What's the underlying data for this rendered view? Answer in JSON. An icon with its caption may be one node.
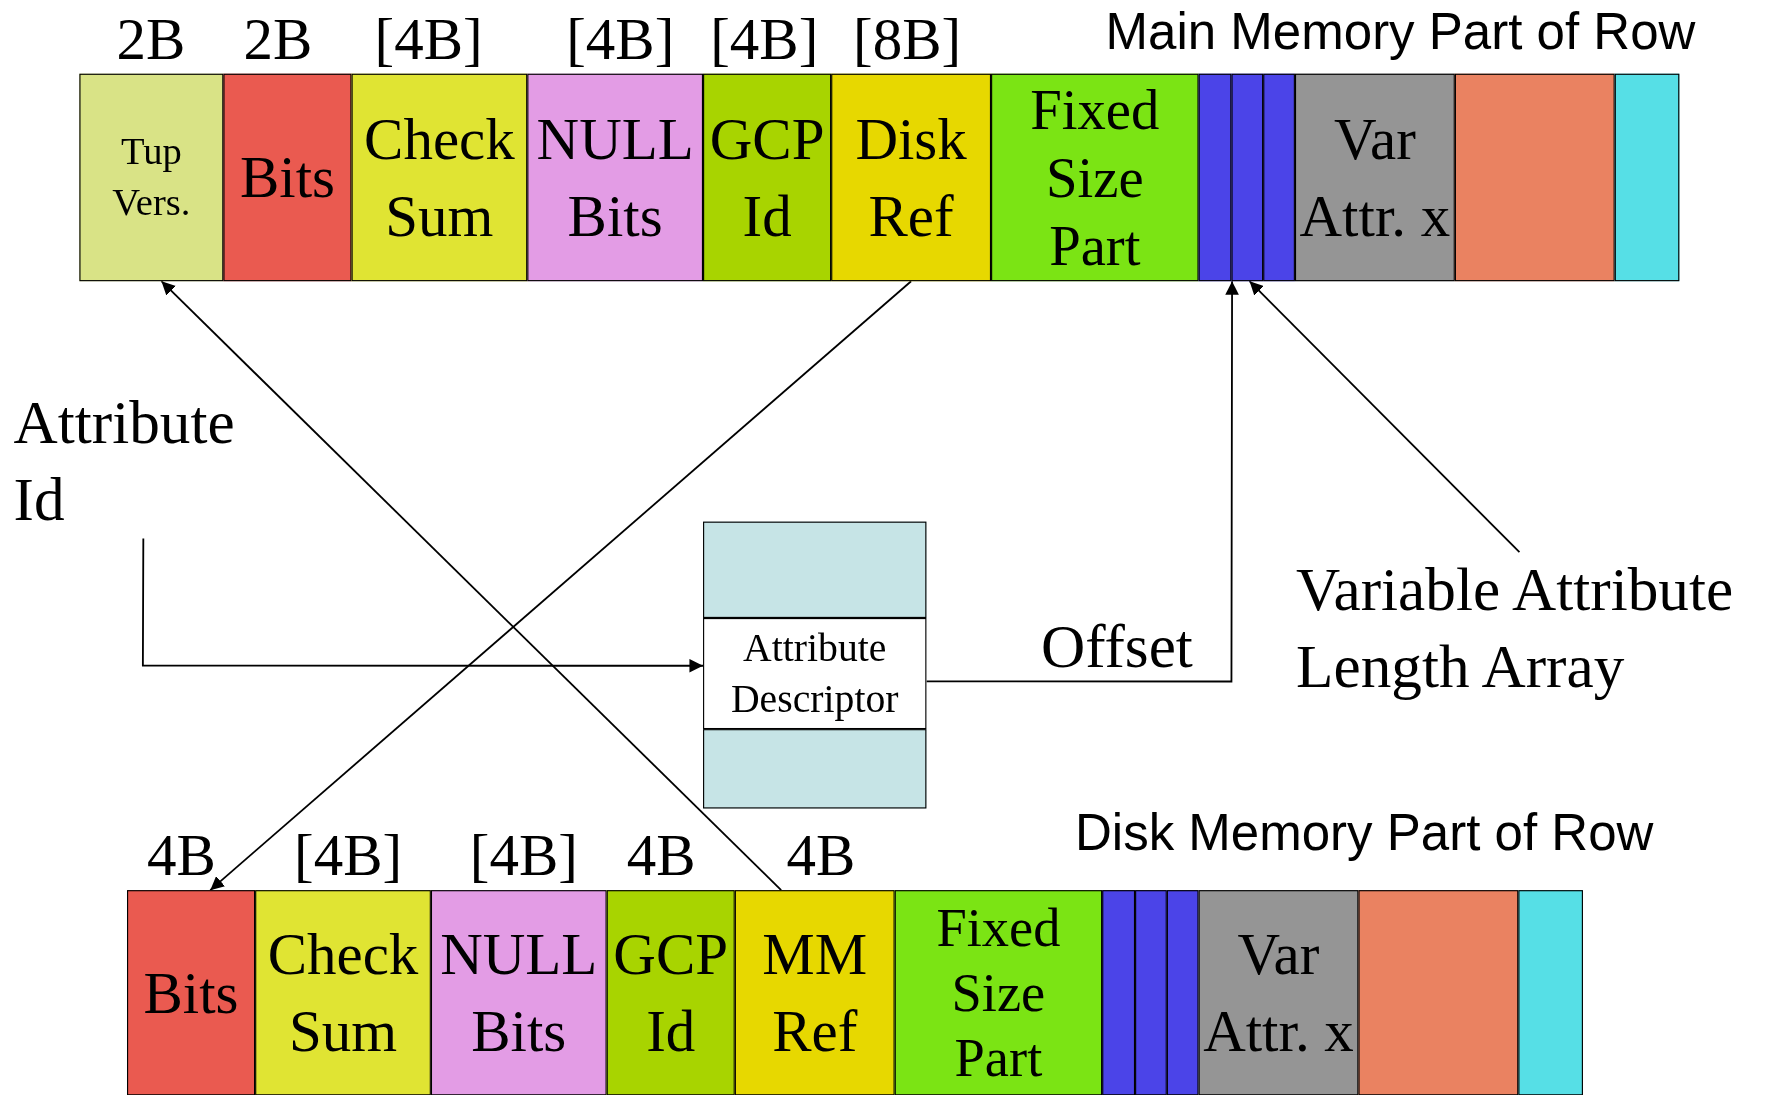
{
  "diagram": {
    "nodes": [
      {
        "text": [
          "Tup Vers."
        ],
        "beside": [
          "2B"
        ]
      },
      {
        "text": [
          "Bits"
        ],
        "beside": [
          "2B"
        ]
      },
      {
        "text": [
          "Check Sum"
        ],
        "beside": [
          "[4B]"
        ]
      },
      {
        "text": [
          "NULL Bits"
        ],
        "beside": [
          "[4B]"
        ]
      },
      {
        "text": [
          "GCP Id"
        ],
        "beside": [
          "[4B]"
        ]
      },
      {
        "text": [
          "Disk Ref"
        ],
        "beside": [
          "[8B]"
        ]
      },
      {
        "text": [
          "Fixed Size Part"
        ]
      },
      {
        "text": [],
        "shape": "box"
      },
      {
        "text": [],
        "shape": "box"
      },
      {
        "text": [],
        "shape": "box"
      },
      {
        "text": [
          "Var Attr. x"
        ]
      },
      {
        "text": [],
        "shape": "box"
      },
      {
        "text": [],
        "shape": "box"
      },
      {
        "text": [
          "Attribute Id"
        ]
      },
      {
        "text": [],
        "shape": "box"
      },
      {
        "text": [
          "Attribute Descriptor"
        ]
      },
      {
        "text": [],
        "shape": "box"
      },
      {
        "text": [
          "Variable Attribute Length Array"
        ]
      },
      {
        "text": [
          "Bits"
        ],
        "beside": [
          "4B"
        ]
      },
      {
        "text": [
          "Check Sum"
        ],
        "beside": [
          "[4B]"
        ]
      },
      {
        "text": [
          "NULL Bits"
        ],
        "beside": [
          "[4B]"
        ]
      },
      {
        "text": [
          "GCP Id"
        ],
        "beside": [
          "4B"
        ]
      },
      {
        "text": [
          "MM Ref"
        ],
        "beside": [
          "4B"
        ]
      },
      {
        "text": [
          "Fixed Size Part"
        ]
      },
      {
        "text": [],
        "shape": "box"
      },
      {
        "text": [],
        "shape": "box"
      },
      {
        "text": [],
        "shape": "box"
      },
      {
        "text": [
          "Var Attr. x"
        ]
      },
      {
        "text": [],
        "shape": "box"
      },
      {
        "text": [],
        "shape": "box"
      }
    ],
    "edges": [
      {
        "from": 13,
        "to": 15,
        "arrow": "to"
      },
      {
        "from": 15,
        "to": 8,
        "arrow": "to",
        "label": "Offset"
      },
      {
        "from": 17,
        "to": 8,
        "arrow": "to"
      },
      {
        "from": 5,
        "to": 18,
        "arrow": "to"
      },
      {
        "from": 22,
        "to": 0,
        "arrow": "to"
      }
    ],
    "labels": [
      "Main Memory Part of Row",
      "Disk Memory Part of Row"
    ]
  }
}
